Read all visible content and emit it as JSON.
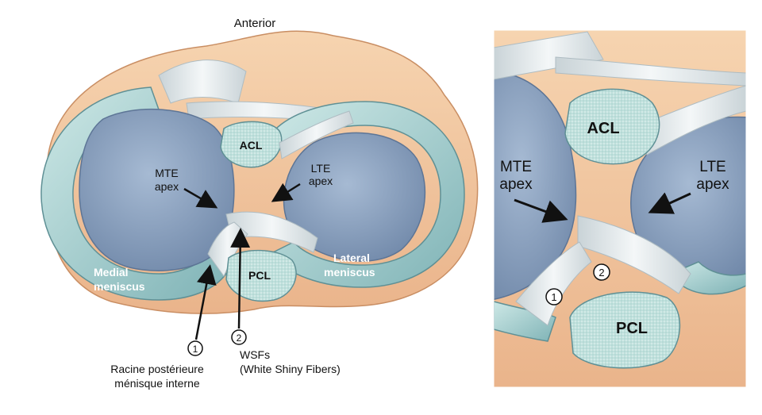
{
  "main_view": {
    "anterior": "Anterior",
    "acl": "ACL",
    "pcl": "PCL",
    "mte_apex_line1": "MTE",
    "mte_apex_line2": "apex",
    "lte_apex_line1": "LTE",
    "lte_apex_line2": "apex",
    "medial_meniscus_line1": "Medial",
    "medial_meniscus_line2": "meniscus",
    "lateral_meniscus_line1": "Lateral",
    "lateral_meniscus_line2": "meniscus",
    "marker_1": "1",
    "marker_2": "2",
    "root_label_line1": "Racine postérieure",
    "root_label_line2": "ménisque interne",
    "wsf_label_line1": "WSFs",
    "wsf_label_line2": "(White Shiny Fibers)"
  },
  "inset_view": {
    "acl": "ACL",
    "pcl": "PCL",
    "mte_apex_line1": "MTE",
    "mte_apex_line2": "apex",
    "lte_apex_line1": "LTE",
    "lte_apex_line2": "apex",
    "marker_1": "1",
    "marker_2": "2"
  },
  "colors": {
    "bone": "#f2c9a3",
    "bone_dark": "#e3a97e",
    "meniscus": "#a9d4d2",
    "meniscus_dark": "#6fa3a8",
    "cartilage": "#8fa7c4",
    "cartilage_dark": "#6d86a6",
    "ligament": "#e8eef0"
  }
}
